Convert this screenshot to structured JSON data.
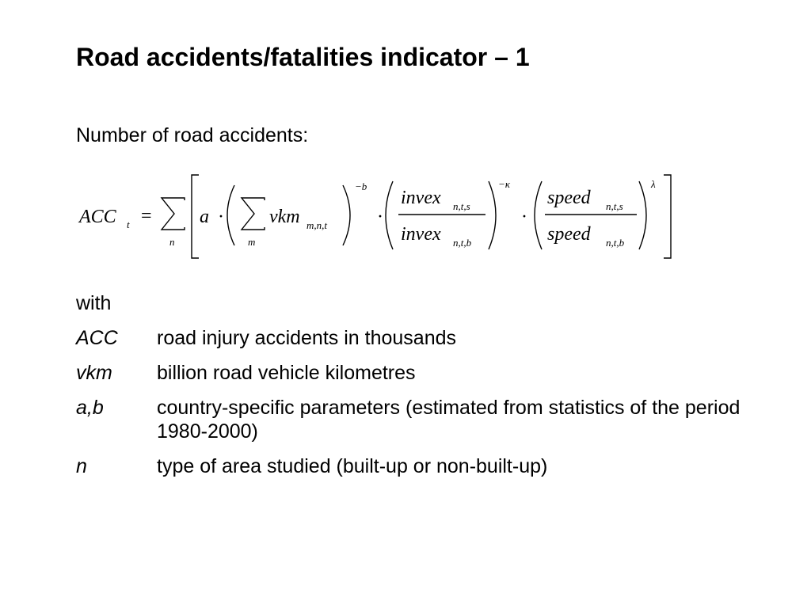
{
  "title": "Road accidents/fatalities indicator – 1",
  "intro": "Number of road accidents:",
  "formula": {
    "lhs": "ACC",
    "lhs_sub": "t",
    "equals": "=",
    "sum_outer_sub": "n",
    "a": "a",
    "dot": "·",
    "sum_inner_sub": "m",
    "vkm": "vkm",
    "vkm_sub": "m,n,t",
    "exp1": "−b",
    "invex": "invex",
    "invex_num_sub": "n,t,s",
    "invex_den_sub": "n,t,b",
    "exp2": "−κ",
    "speed": "speed",
    "speed_num_sub": "n,t,s",
    "speed_den_sub": "n,t,b",
    "exp3": "λ"
  },
  "with_label": "with",
  "definitions": [
    {
      "symbol": "ACC",
      "text": "road injury accidents in thousands"
    },
    {
      "symbol": "vkm",
      "text": "billion road vehicle kilometres"
    },
    {
      "symbol": "a,b",
      "text": "country-specific parameters (estimated from statistics of the period 1980-2000)"
    },
    {
      "symbol": "n",
      "text": "type of area studied (built-up or non-built-up)"
    }
  ]
}
